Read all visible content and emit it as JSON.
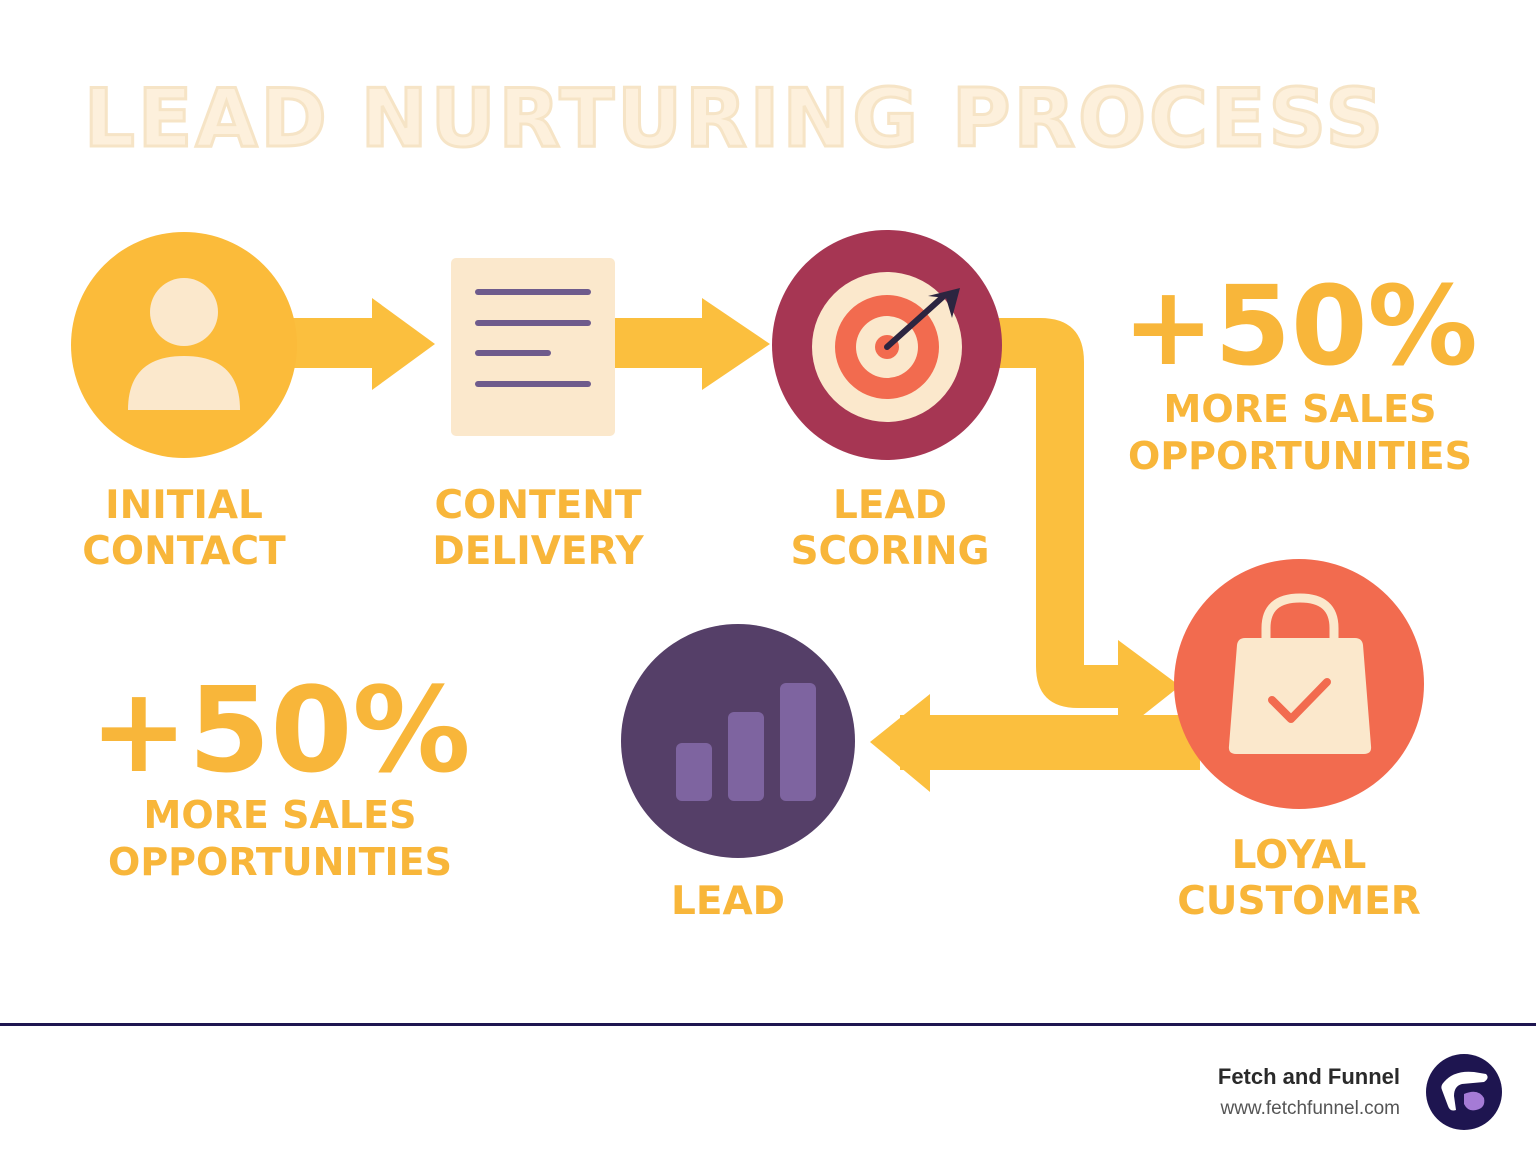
{
  "title": "LEAD NURTURING PROCESS",
  "steps": {
    "initial_contact": {
      "line1": "INITIAL",
      "line2": "CONTACT",
      "icon": "user-icon"
    },
    "content_delivery": {
      "line1": "CONTENT",
      "line2": "DELIVERY",
      "icon": "document-icon"
    },
    "lead_scoring": {
      "line1": "LEAD",
      "line2": "SCORING",
      "icon": "target-icon"
    },
    "loyal_customer": {
      "line1": "LOYAL",
      "line2": "CUSTOMER",
      "icon": "shopping-bag-icon"
    },
    "lead": {
      "line1": "LEAD",
      "icon": "bar-chart-icon"
    }
  },
  "stats": [
    {
      "value": "+50%",
      "line1": "MORE SALES",
      "line2": "OPPORTUNITIES"
    },
    {
      "value": "+50%",
      "line1": "MORE SALES",
      "line2": "OPPORTUNITIES"
    }
  ],
  "footer": {
    "brand": "Fetch and Funnel",
    "url": "www.fetchfunnel.com",
    "logo_icon": "fetch-funnel-logo-icon"
  },
  "colors": {
    "accent": "#f8b63a",
    "arrow": "#fbbf3e",
    "user_circle": "#fbbb3a",
    "target_circle": "#a63653",
    "bag_circle": "#f26b4f",
    "chart_circle": "#553f68",
    "cream": "#fbe8cc",
    "purple": "#7e64a0",
    "navy": "#1e1550"
  }
}
